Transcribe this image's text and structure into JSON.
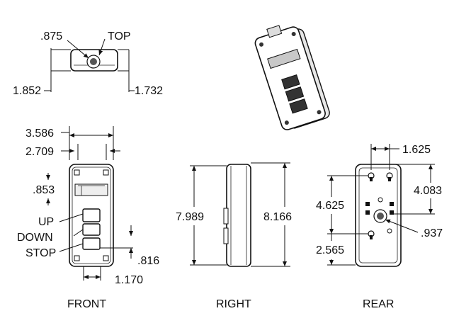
{
  "views": {
    "top": "TOP",
    "front": "FRONT",
    "right": "RIGHT",
    "rear": "REAR"
  },
  "dims": {
    "top_dia": ".875",
    "top_left": "1.852",
    "top_right": "1.732",
    "front_w_outer": "3.586",
    "front_w_inner": "2.709",
    "front_h_small": ".853",
    "front_btn_gap": ".816",
    "front_btn_w": "1.170",
    "right_inner": "7.989",
    "right_outer": "8.166",
    "rear_w": "1.625",
    "rear_h_upper": "4.083",
    "rear_h_mid": "4.625",
    "rear_hole": ".937",
    "rear_h_lower": "2.565"
  },
  "buttons": {
    "up": "UP",
    "down": "DOWN",
    "stop": "STOP"
  }
}
